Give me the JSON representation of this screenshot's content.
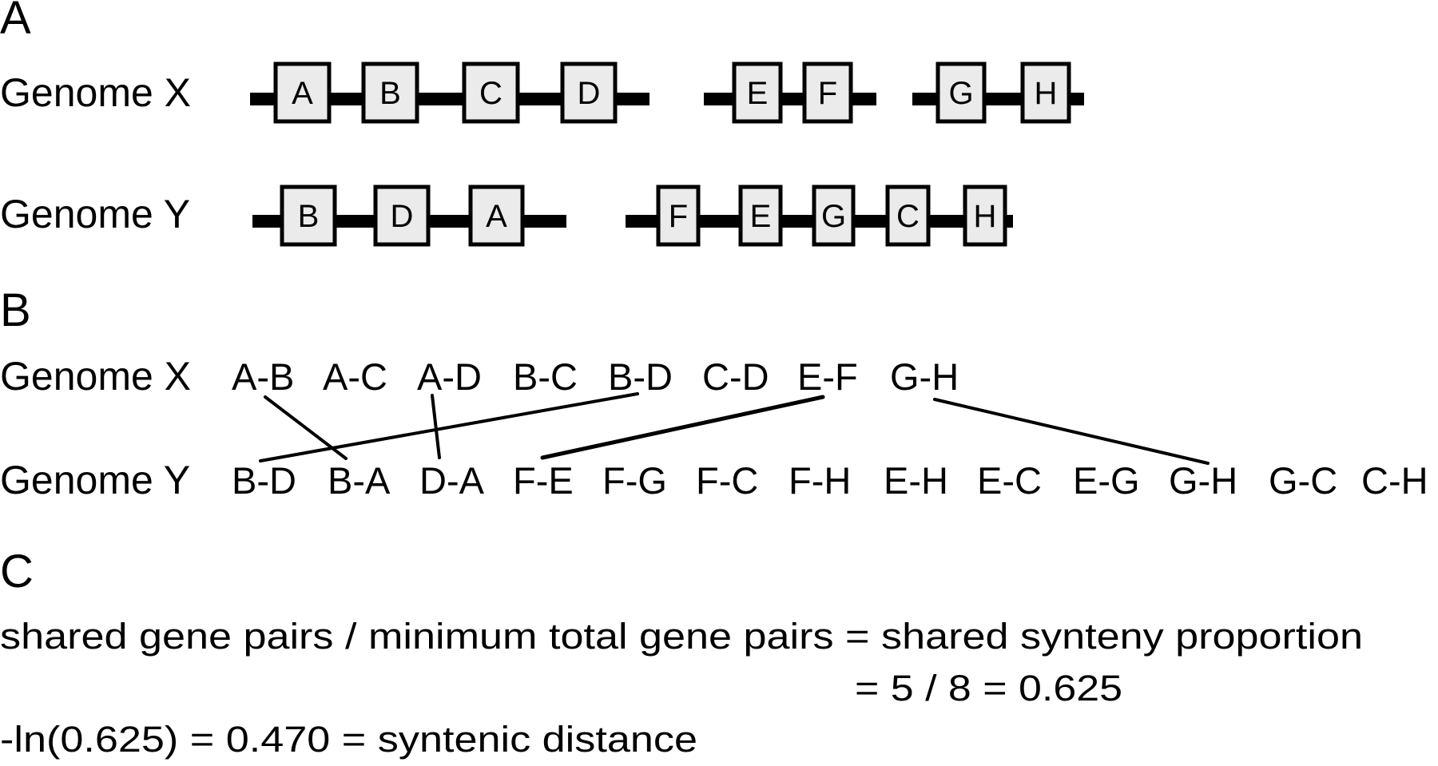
{
  "colors": {
    "ink": "#000000",
    "gene_fill": "#ebebeb",
    "background": "#ffffff"
  },
  "panels": {
    "a": {
      "label": "A",
      "genomes": [
        {
          "name": "Genome X",
          "chromosomes": [
            [
              "A",
              "B",
              "C",
              "D"
            ],
            [
              "E",
              "F"
            ],
            [
              "G",
              "H"
            ]
          ]
        },
        {
          "name": "Genome Y",
          "chromosomes": [
            [
              "B",
              "D",
              "A"
            ],
            [
              "F",
              "E",
              "G",
              "C",
              "H"
            ]
          ]
        }
      ]
    },
    "b": {
      "label": "B",
      "genome_x": {
        "name": "Genome X",
        "pairs": [
          "A-B",
          "A-C",
          "A-D",
          "B-C",
          "B-D",
          "C-D",
          "E-F",
          "G-H"
        ]
      },
      "genome_y": {
        "name": "Genome Y",
        "pairs": [
          "B-D",
          "B-A",
          "D-A",
          "F-E",
          "F-G",
          "F-C",
          "F-H",
          "E-H",
          "E-C",
          "E-G",
          "G-H",
          "G-C",
          "C-H"
        ]
      },
      "shared_links": [
        {
          "x_pair": "A-B",
          "y_pair": "B-A"
        },
        {
          "x_pair": "A-D",
          "y_pair": "D-A"
        },
        {
          "x_pair": "B-D",
          "y_pair": "B-D"
        },
        {
          "x_pair": "E-F",
          "y_pair": "F-E"
        },
        {
          "x_pair": "G-H",
          "y_pair": "G-H"
        }
      ]
    },
    "c": {
      "label": "C",
      "line1": "shared gene pairs / minimum total gene pairs = shared synteny proportion",
      "line2": "= 5 / 8 = 0.625",
      "line3": "-ln(0.625) = 0.470 = syntenic distance",
      "values": {
        "shared_gene_pairs": 5,
        "minimum_total_gene_pairs": 8,
        "shared_synteny_proportion": 0.625,
        "syntenic_distance": 0.47
      }
    }
  }
}
